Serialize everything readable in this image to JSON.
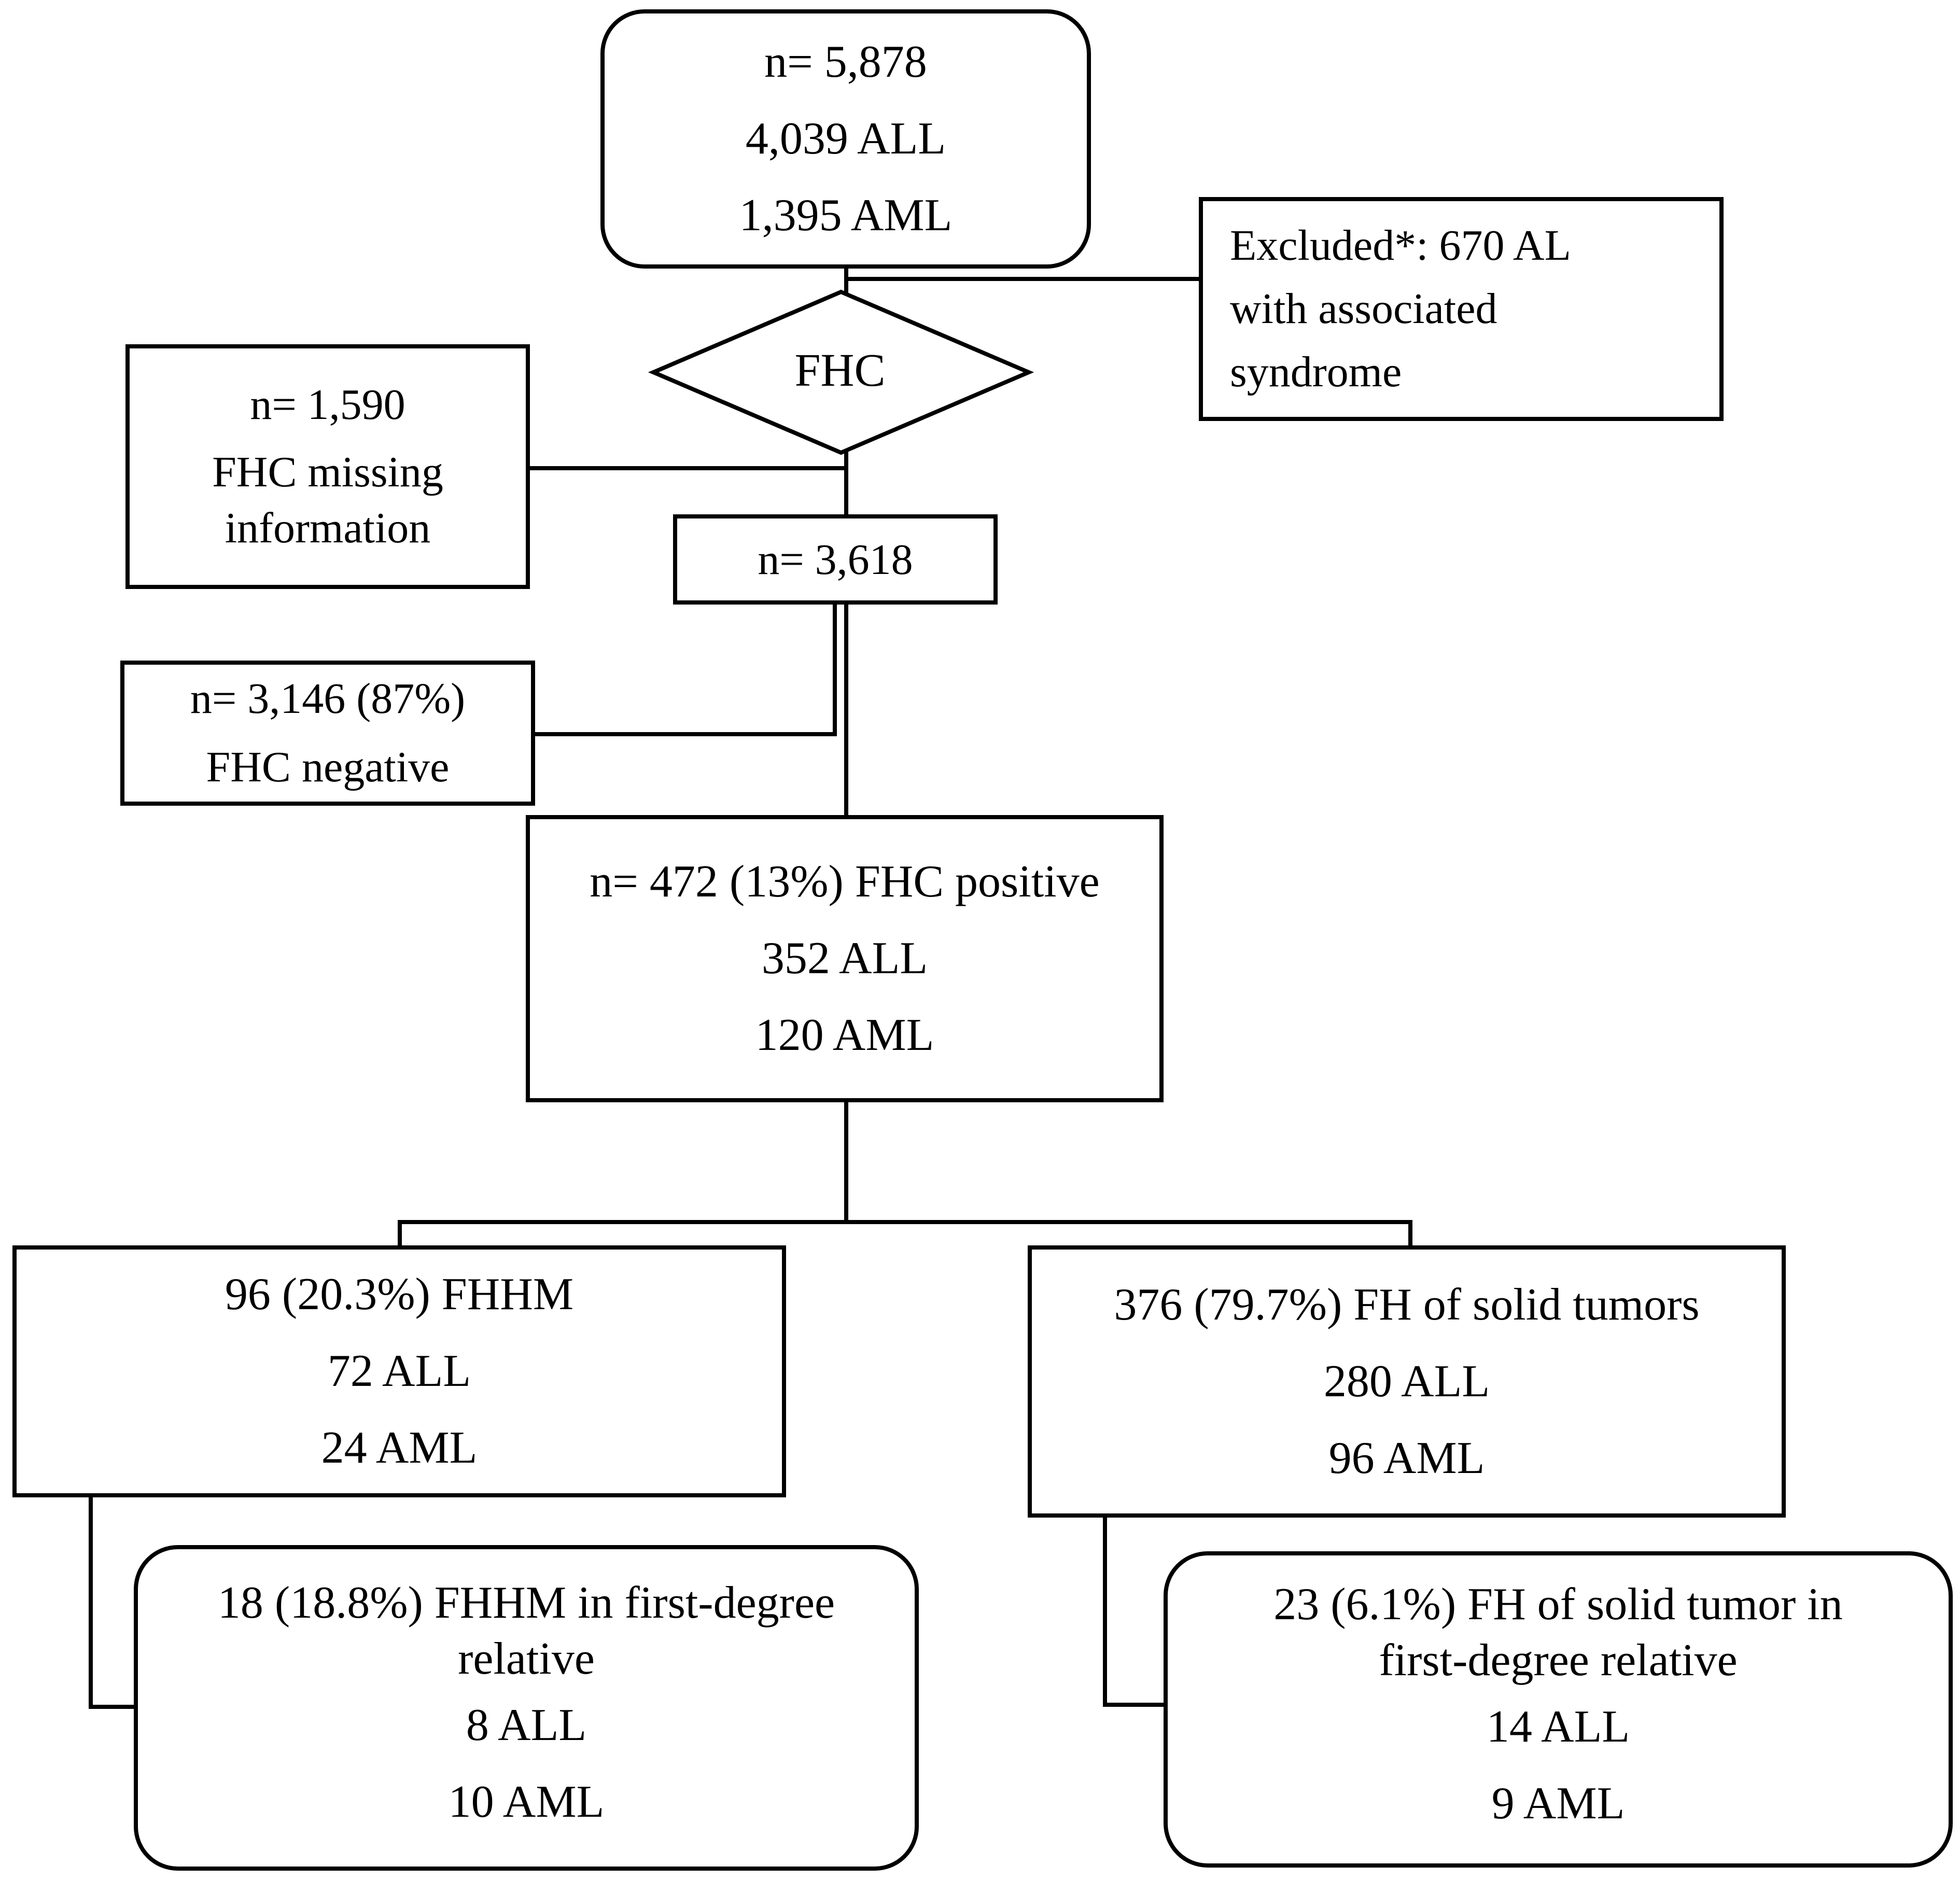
{
  "top": {
    "lines": [
      "n= 5,878",
      "4,039 ALL",
      "1,395 AML"
    ]
  },
  "excluded": {
    "lines": [
      "Excluded*: 670 AL",
      "with associated",
      "syndrome"
    ]
  },
  "decision": {
    "label": "FHC"
  },
  "missing": {
    "lines": [
      "n= 1,590",
      "FHC missing",
      "information"
    ]
  },
  "with_info": {
    "label": "n= 3,618"
  },
  "negative": {
    "lines": [
      "n= 3,146 (87%)",
      "FHC negative"
    ]
  },
  "positive": {
    "lines": [
      "n= 472 (13%) FHC positive",
      "352 ALL",
      "120 AML"
    ]
  },
  "fhhm": {
    "lines": [
      "96 (20.3%) FHHM",
      "72 ALL",
      "24 AML"
    ]
  },
  "solid": {
    "lines": [
      "376 (79.7%) FH of solid tumors",
      "280 ALL",
      "96 AML"
    ]
  },
  "fhhm_first": {
    "title_lines": [
      "18 (18.8%) FHHM in first-degree",
      "relative"
    ],
    "lines": [
      "8 ALL",
      "10 AML"
    ]
  },
  "solid_first": {
    "title_lines": [
      "23 (6.1%) FH of solid tumor  in",
      "first-degree relative"
    ],
    "lines": [
      "14 ALL",
      "9 AML"
    ]
  }
}
